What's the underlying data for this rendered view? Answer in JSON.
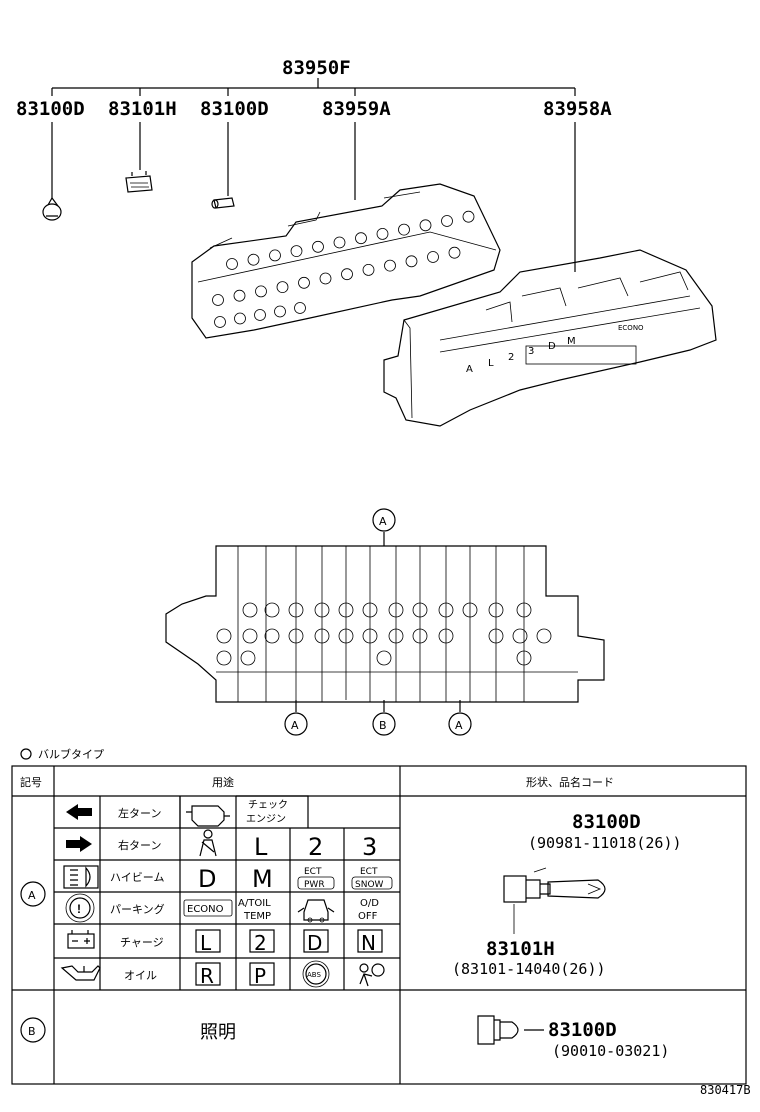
{
  "top": {
    "assembly_pn": "83950F",
    "parts": [
      "83100D",
      "83101H",
      "83100D",
      "83959A",
      "83958A"
    ],
    "dial_labels": [
      "A",
      "L",
      "2",
      "3",
      "D",
      "M",
      "ECONO"
    ]
  },
  "layout_diagram": {
    "callouts": [
      "A",
      "B",
      "A",
      "A"
    ]
  },
  "legend": {
    "header_note": "バルブタイプ",
    "col_code": "記号",
    "col_use": "用途",
    "col_shape": "形状、品名コード",
    "row_a": {
      "code": "A",
      "left_items": [
        "左ターン",
        "右ターン",
        "ハイビーム",
        "パーキング",
        "チャージ",
        "オイル"
      ],
      "check_engine": "チェック\nエンジン",
      "grid": [
        [
          "L",
          "2",
          "3"
        ],
        [
          "D",
          "M",
          "ECT PWR",
          "ECT SNOW"
        ],
        [
          "ECONO",
          "A/TOIL TEMP",
          "door-icon",
          "O/D OFF"
        ],
        [
          "L",
          "2",
          "D",
          "N"
        ],
        [
          "R",
          "P",
          "ABS",
          "airbag-icon"
        ]
      ],
      "part1": "83100D",
      "part1_code": "(90981-11018(26))",
      "part2": "83101H",
      "part2_code": "(83101-14040(26))"
    },
    "row_b": {
      "code": "B",
      "use": "照明",
      "part": "83100D",
      "part_code": "(90010-03021)"
    }
  },
  "figure_id": "830417B"
}
